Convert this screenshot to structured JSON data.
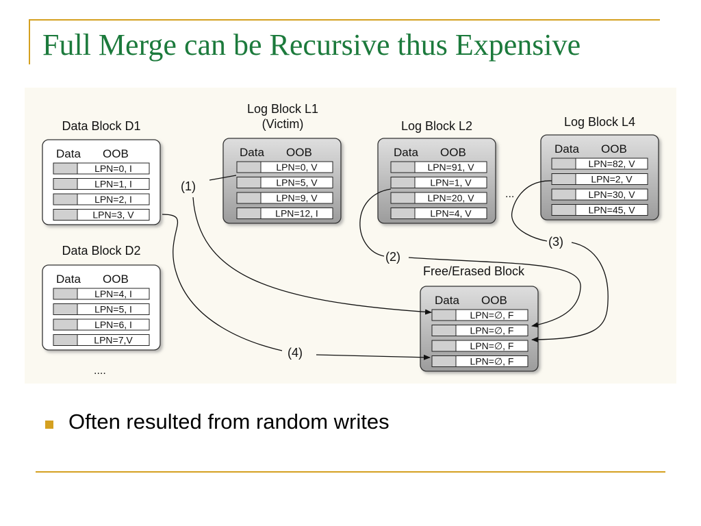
{
  "slide": {
    "title": "Full Merge can be Recursive thus Expensive",
    "bullets": [
      "Often resulted from random writes"
    ]
  },
  "colors": {
    "title": "#1c7a3c",
    "accent": "#d4a020"
  },
  "diagram": {
    "column_headers": {
      "data": "Data",
      "oob": "OOB"
    },
    "blocks": [
      {
        "id": "d1",
        "title": [
          "Data Block D1"
        ],
        "style": "white",
        "entries": [
          "LPN=0, I",
          "LPN=1, I",
          "LPN=2, I",
          "LPN=3, V"
        ]
      },
      {
        "id": "d2",
        "title": [
          "Data Block D2"
        ],
        "style": "white",
        "entries": [
          "LPN=4, I",
          "LPN=5, I",
          "LPN=6, I",
          "LPN=7,V"
        ]
      },
      {
        "id": "l1",
        "title": [
          "Log Block L1",
          "(Victim)"
        ],
        "style": "gray",
        "entries": [
          "LPN=0, V",
          "LPN=5, V",
          "LPN=9, V",
          "LPN=12, I"
        ]
      },
      {
        "id": "l2",
        "title": [
          "Log Block L2"
        ],
        "style": "gray",
        "entries": [
          "LPN=91, V",
          "LPN=1, V",
          "LPN=20, V",
          "LPN=4, V"
        ]
      },
      {
        "id": "l4",
        "title": [
          "Log Block L4"
        ],
        "style": "gray",
        "entries": [
          "LPN=82, V",
          "LPN=2, V",
          "LPN=30, V",
          "LPN=45, V"
        ]
      },
      {
        "id": "free",
        "title": [
          "Free/Erased Block"
        ],
        "style": "gray",
        "entries": [
          "LPN=∅, F",
          "LPN=∅, F",
          "LPN=∅, F",
          "LPN=∅, F"
        ]
      }
    ],
    "step_labels": [
      "(1)",
      "(2)",
      "(3)",
      "(4)"
    ],
    "ellipses": [
      "...",
      "...."
    ]
  }
}
